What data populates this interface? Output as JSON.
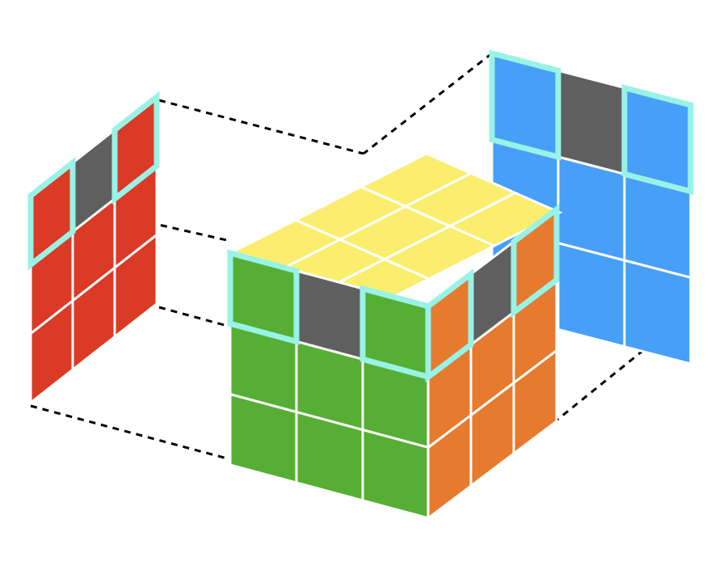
{
  "colors": {
    "yellow": "#fbee6e",
    "green": "#56af34",
    "orange": "#e67a2e",
    "red": "#da3a26",
    "blue": "#479ff7",
    "gray": "#5f5f5f",
    "highlight": "#98f3e6"
  },
  "faces": [
    {
      "id": "top",
      "grid": [
        [
          "yellow",
          "yellow",
          "yellow"
        ],
        [
          "yellow",
          "yellow",
          "yellow"
        ],
        [
          "yellow",
          "yellow",
          "yellow"
        ]
      ]
    },
    {
      "id": "front",
      "grid": [
        [
          "green",
          "gray",
          "green"
        ],
        [
          "green",
          "green",
          "green"
        ],
        [
          "green",
          "green",
          "green"
        ]
      ],
      "highlighted": [
        [
          0,
          0
        ],
        [
          0,
          2
        ]
      ]
    },
    {
      "id": "right",
      "grid": [
        [
          "orange",
          "gray",
          "orange"
        ],
        [
          "orange",
          "orange",
          "orange"
        ],
        [
          "orange",
          "orange",
          "orange"
        ]
      ],
      "highlighted": [
        [
          0,
          0
        ],
        [
          0,
          2
        ]
      ]
    },
    {
      "id": "left-ghost",
      "grid": [
        [
          "red",
          "gray",
          "red"
        ],
        [
          "red",
          "red",
          "red"
        ],
        [
          "red",
          "red",
          "red"
        ]
      ],
      "highlighted": [
        [
          0,
          0
        ],
        [
          0,
          2
        ]
      ]
    },
    {
      "id": "back-ghost",
      "grid": [
        [
          "blue",
          "gray",
          "blue"
        ],
        [
          "blue",
          "blue",
          "blue"
        ],
        [
          "blue",
          "blue",
          "blue"
        ]
      ],
      "highlighted": [
        [
          0,
          0
        ],
        [
          0,
          2
        ]
      ]
    }
  ]
}
